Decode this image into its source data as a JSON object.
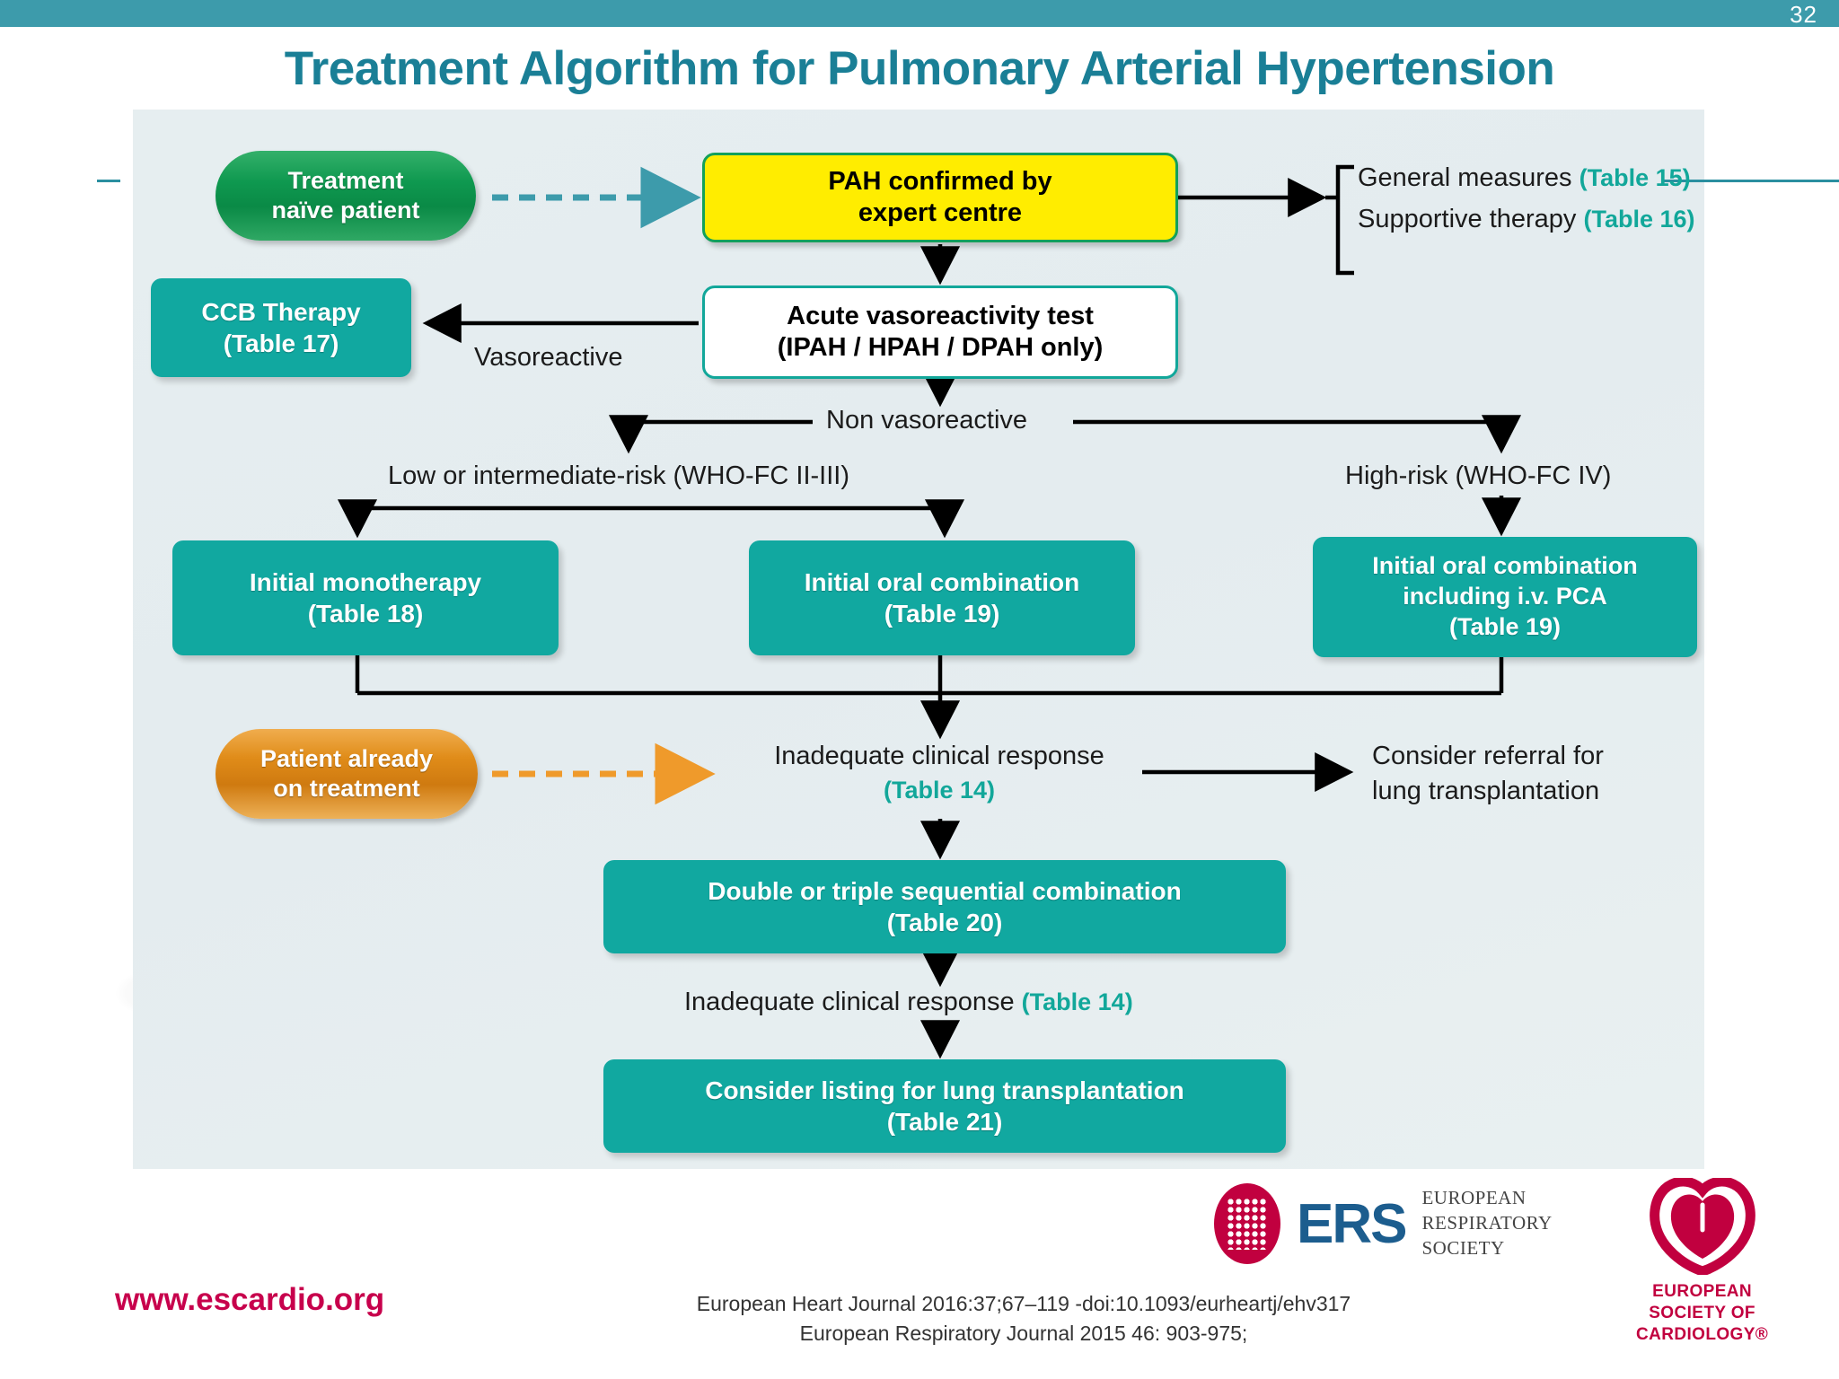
{
  "header": {
    "page_number": "32",
    "title": "Treatment Algorithm for Pulmonary Arterial Hypertension",
    "bar_color": "#3d9bab",
    "title_color": "#1a7f96"
  },
  "flowchart": {
    "nodes": {
      "treatment_naive": {
        "line1": "Treatment",
        "line2": "naïve patient",
        "shape": "pill",
        "color": "#0f9950"
      },
      "pah_confirmed": {
        "line1": "PAH confirmed by",
        "line2": "expert centre",
        "shape": "rounded-box",
        "color": "#ffed00"
      },
      "acute_vasoreactivity": {
        "line1": "Acute vasoreactivity test",
        "line2": "(IPAH / HPAH / DPAH only)",
        "shape": "rounded-box",
        "color": "#ffffff"
      },
      "ccb_therapy": {
        "line1": "CCB Therapy",
        "line2": "(Table 17)",
        "shape": "rounded-box",
        "color": "#11a8a0"
      },
      "initial_monotherapy": {
        "line1": "Initial monotherapy",
        "line2": "(Table 18)",
        "shape": "rounded-box",
        "color": "#11a8a0"
      },
      "initial_oral_combination": {
        "line1": "Initial oral combination",
        "line2": "(Table 19)",
        "shape": "rounded-box",
        "color": "#11a8a0"
      },
      "initial_oral_combination_pca": {
        "line1": "Initial oral combination",
        "line2": "including i.v. PCA",
        "line3": "(Table 19)",
        "shape": "rounded-box",
        "color": "#11a8a0"
      },
      "patient_already_on_treatment": {
        "line1": "Patient already",
        "line2": "on treatment",
        "shape": "pill",
        "color": "#e08c19"
      },
      "double_triple": {
        "line1": "Double or triple sequential combination",
        "line2": "(Table 20)",
        "shape": "rounded-box",
        "color": "#11a8a0"
      },
      "consider_listing": {
        "line1": "Consider listing for lung transplantation",
        "line2": "(Table 21)",
        "shape": "rounded-box",
        "color": "#11a8a0"
      }
    },
    "labels": {
      "general_measures": "General measures",
      "general_measures_table": "(Table 15)",
      "supportive_therapy": "Supportive therapy",
      "supportive_therapy_table": "(Table 16)",
      "vasoreactive": "Vasoreactive",
      "non_vasoreactive": "Non vasoreactive",
      "low_intermediate_risk": "Low or intermediate-risk (WHO-FC II-III)",
      "high_risk": "High-risk (WHO-FC IV)",
      "inadequate_response_1": "Inadequate clinical response",
      "inadequate_response_1_table": "(Table 14)",
      "consider_referral_l1": "Consider referral for",
      "consider_referral_l2": "lung transplantation",
      "inadequate_response_2": "Inadequate clinical response",
      "inadequate_response_2_table": "(Table 14)"
    },
    "table_ref_color": "#12a79a"
  },
  "footer": {
    "website": "www.escardio.org",
    "citation_line1": "European Heart Journal 2016:37;67–119 -doi:10.1093/eurheartj/ehv317",
    "citation_line2": "European Respiratory Journal 2015 46: 903-975;",
    "ers_acronym": "ERS",
    "ers_name_l1": "EUROPEAN",
    "ers_name_l2": "RESPIRATORY",
    "ers_name_l3": "SOCIETY",
    "esc_name_l1": "EUROPEAN",
    "esc_name_l2": "SOCIETY OF",
    "esc_name_l3": "CARDIOLOGY®",
    "website_color": "#c7004c",
    "ers_color": "#1c5d8e",
    "esc_color": "#c1003f"
  }
}
